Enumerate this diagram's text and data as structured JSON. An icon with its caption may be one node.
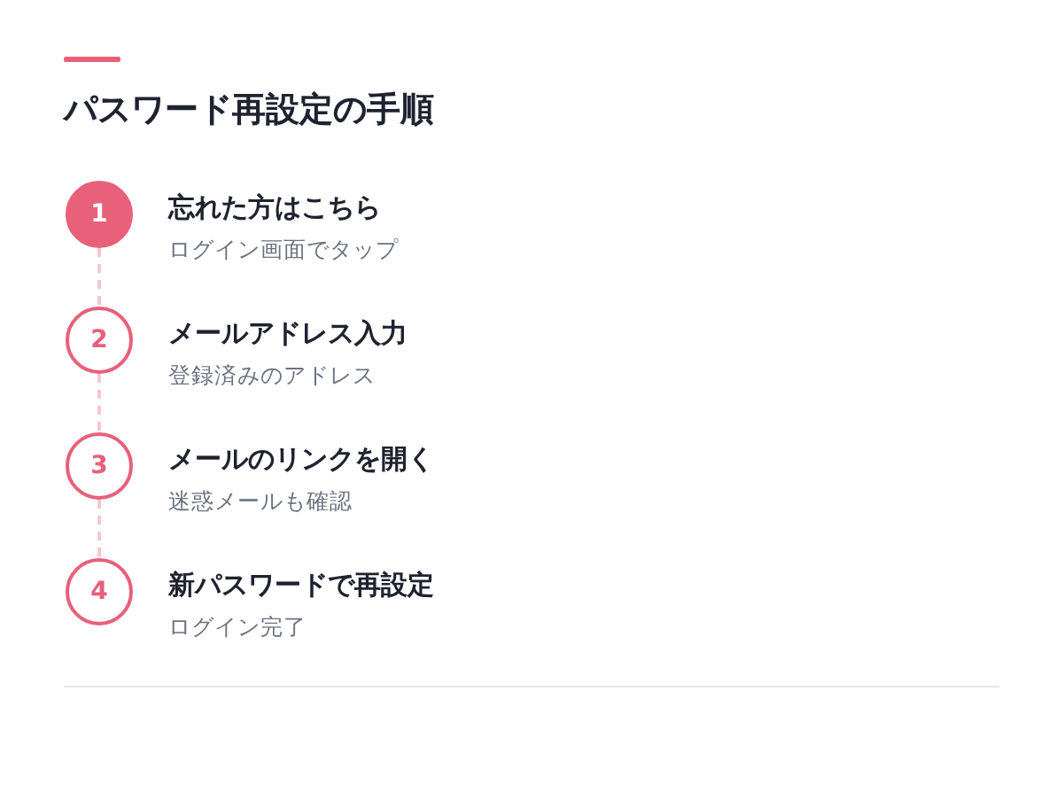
{
  "diagram": {
    "title": "パスワード再設定の手順",
    "nodes": [
      {
        "text": [
          "1"
        ],
        "beside": [
          "忘れた方はこちら",
          "ログイン画面でタップ"
        ]
      },
      {
        "text": [
          "2"
        ],
        "beside": [
          "メールアドレス入力",
          "登録済みのアドレス"
        ]
      },
      {
        "text": [
          "3"
        ],
        "beside": [
          "メールのリンクを開く",
          "迷惑メールも確認"
        ]
      },
      {
        "text": [
          "4"
        ],
        "beside": [
          "新パスワードで再設定",
          "ログイン完了"
        ]
      }
    ],
    "edges": [
      {
        "from": 0,
        "to": 1,
        "arrow": "none",
        "style": "dashed"
      },
      {
        "from": 1,
        "to": 2,
        "arrow": "none",
        "style": "dashed"
      },
      {
        "from": 2,
        "to": 3,
        "arrow": "none",
        "style": "dashed"
      }
    ]
  }
}
